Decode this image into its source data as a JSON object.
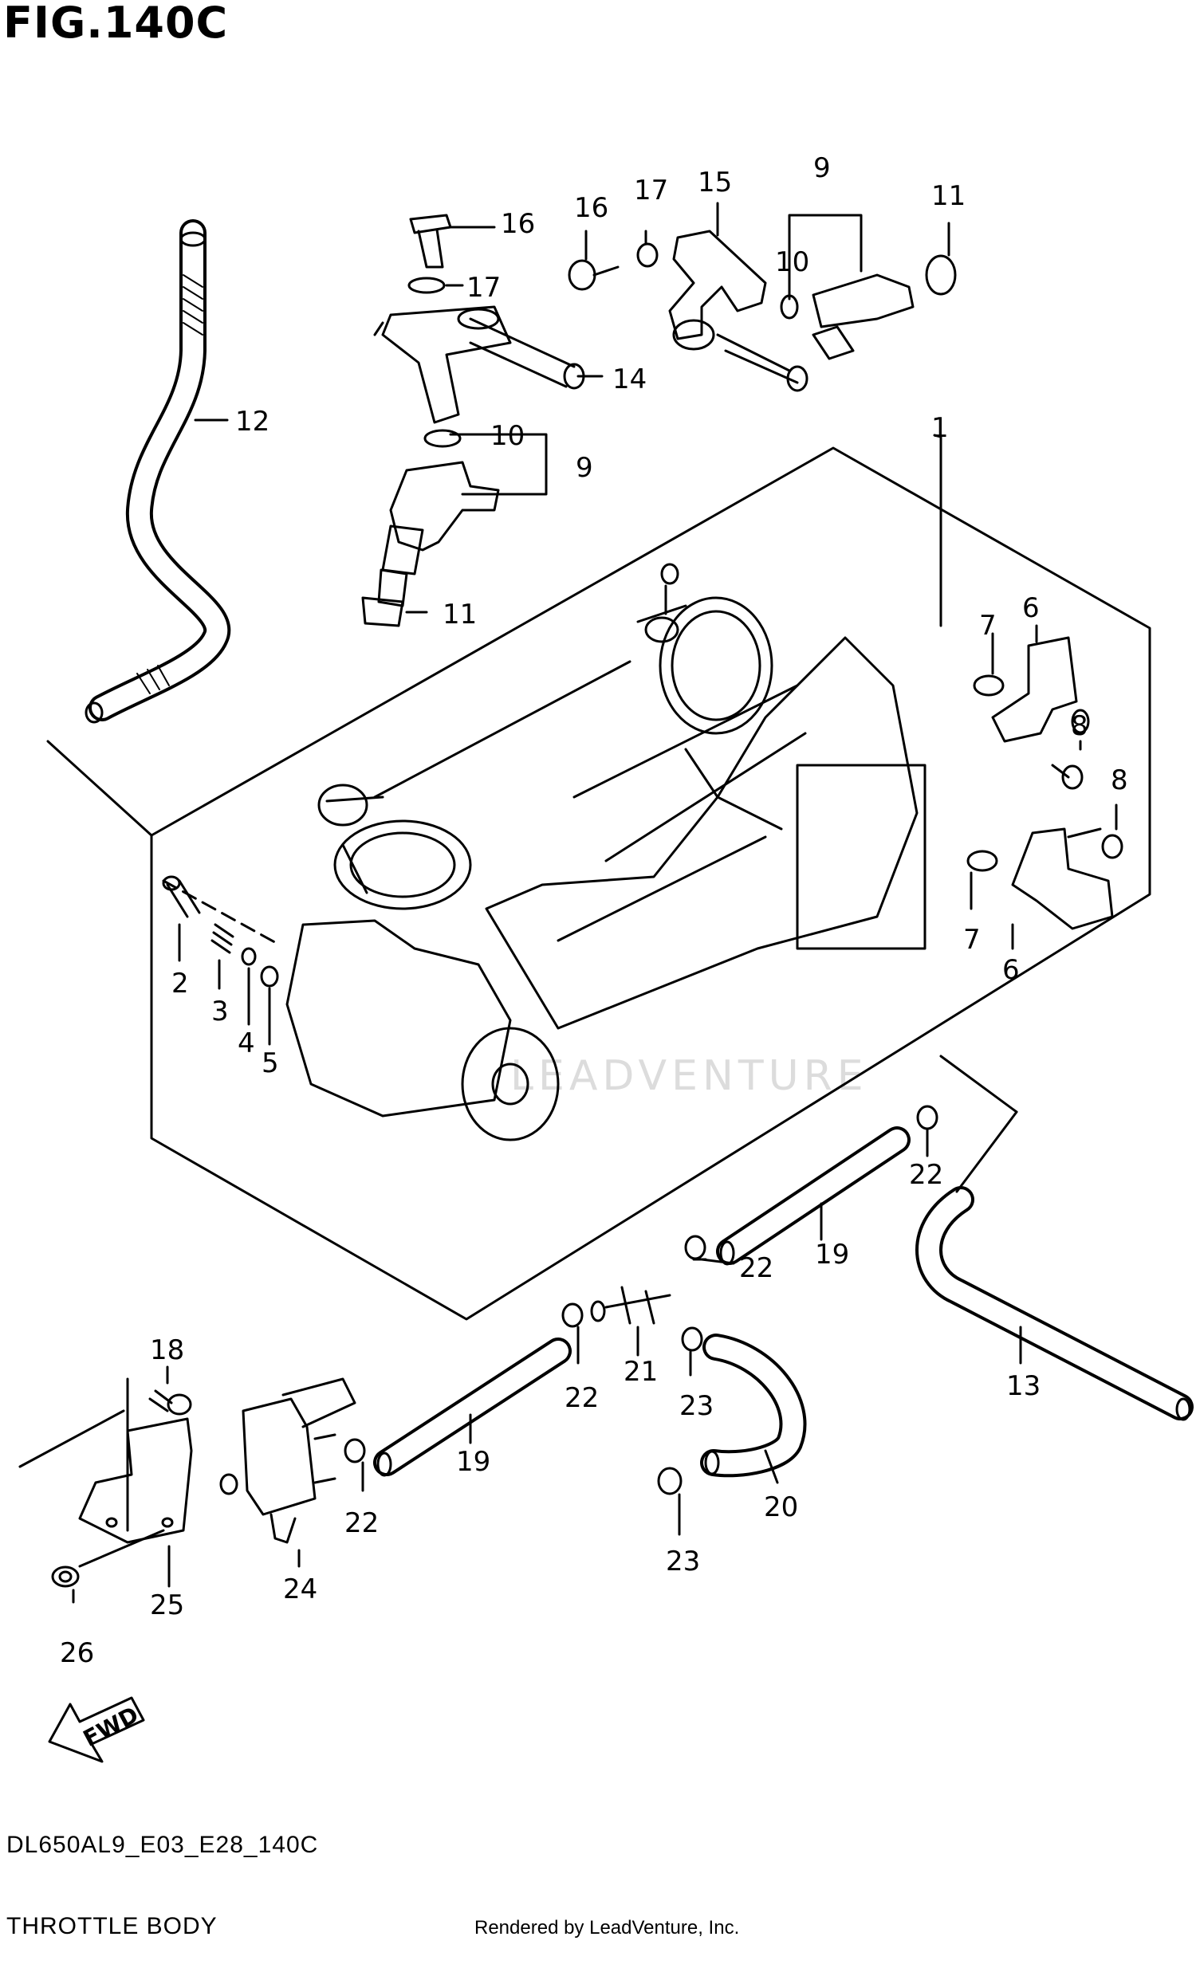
{
  "figure": {
    "title": "FIG.140C",
    "code": "DL650AL9_E03_E28_140C",
    "name": "THROTTLE BODY",
    "credit": "Rendered by LeadVenture, Inc.",
    "watermark": "LEADVENTURE",
    "fwd_label": "FWD"
  },
  "callouts": [
    {
      "id": "c1",
      "text": "1"
    },
    {
      "id": "c2",
      "text": "2"
    },
    {
      "id": "c3",
      "text": "3"
    },
    {
      "id": "c4",
      "text": "4"
    },
    {
      "id": "c5",
      "text": "5"
    },
    {
      "id": "c6a",
      "text": "6"
    },
    {
      "id": "c6b",
      "text": "6"
    },
    {
      "id": "c7a",
      "text": "7"
    },
    {
      "id": "c7b",
      "text": "7"
    },
    {
      "id": "c8a",
      "text": "8"
    },
    {
      "id": "c8b",
      "text": "8"
    },
    {
      "id": "c9a",
      "text": "9"
    },
    {
      "id": "c9b",
      "text": "9"
    },
    {
      "id": "c10a",
      "text": "10"
    },
    {
      "id": "c10b",
      "text": "10"
    },
    {
      "id": "c11a",
      "text": "11"
    },
    {
      "id": "c11b",
      "text": "11"
    },
    {
      "id": "c12",
      "text": "12"
    },
    {
      "id": "c13",
      "text": "13"
    },
    {
      "id": "c14",
      "text": "14"
    },
    {
      "id": "c15",
      "text": "15"
    },
    {
      "id": "c16a",
      "text": "16"
    },
    {
      "id": "c16b",
      "text": "16"
    },
    {
      "id": "c17a",
      "text": "17"
    },
    {
      "id": "c17b",
      "text": "17"
    },
    {
      "id": "c18",
      "text": "18"
    },
    {
      "id": "c19a",
      "text": "19"
    },
    {
      "id": "c19b",
      "text": "19"
    },
    {
      "id": "c20",
      "text": "20"
    },
    {
      "id": "c21",
      "text": "21"
    },
    {
      "id": "c22a",
      "text": "22"
    },
    {
      "id": "c22b",
      "text": "22"
    },
    {
      "id": "c22c",
      "text": "22"
    },
    {
      "id": "c22d",
      "text": "22"
    },
    {
      "id": "c23a",
      "text": "23"
    },
    {
      "id": "c23b",
      "text": "23"
    },
    {
      "id": "c24",
      "text": "24"
    },
    {
      "id": "c25",
      "text": "25"
    },
    {
      "id": "c26",
      "text": "26"
    }
  ],
  "colors": {
    "ink": "#000000",
    "paper": "#ffffff",
    "watermark": "#dcdcdc"
  }
}
